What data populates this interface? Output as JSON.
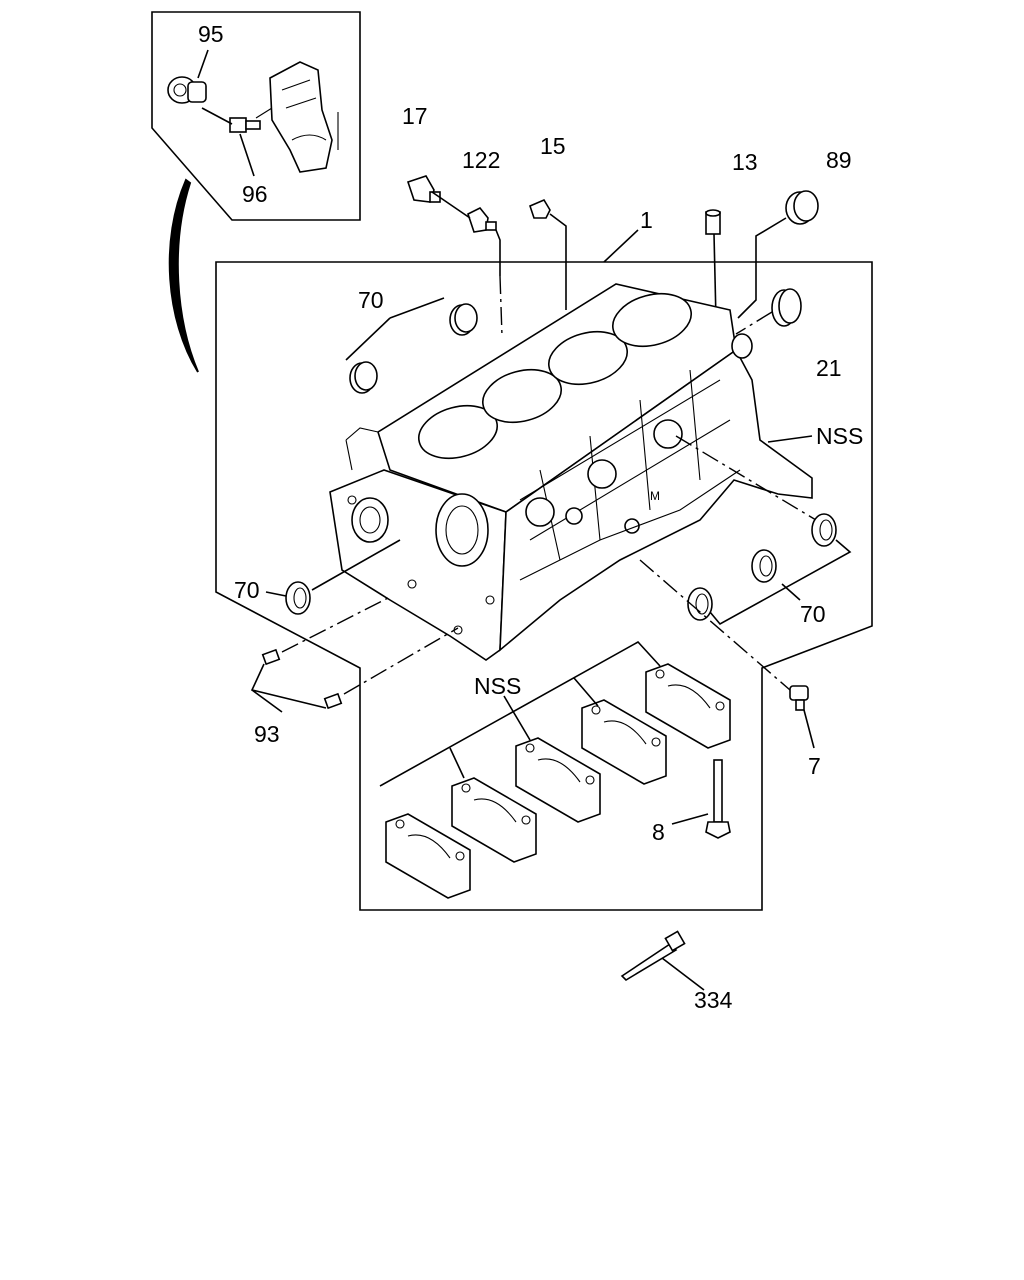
{
  "callouts": {
    "c95": "95",
    "c96": "96",
    "c17": "17",
    "c122": "122",
    "c15": "15",
    "c13": "13",
    "c89": "89",
    "c1": "1",
    "c70_top": "70",
    "c21": "21",
    "c_nss_right": "NSS",
    "c70_left": "70",
    "c70_right": "70",
    "c93": "93",
    "c_nss_caps": "NSS",
    "c7": "7",
    "c8": "8",
    "c334": "334"
  }
}
